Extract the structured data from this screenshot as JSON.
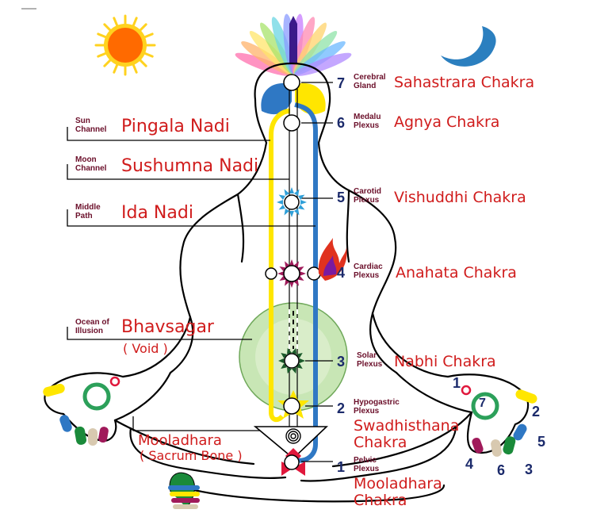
{
  "colors": {
    "chakra_label": "#d01c1c",
    "plexus_label": "#6b0f2a",
    "number": "#1b2a6b",
    "sun": "#ff6a00",
    "moon": "#2b7fbf",
    "pingala_channel": "#ffe600",
    "ida_channel": "#2f78c4",
    "bhavsagar_fill": "#c8e6b5"
  },
  "channels": {
    "pingala": {
      "sub": "Sun\nChannel",
      "name": "Pingala Nadi"
    },
    "sushumna": {
      "sub": "Moon\nChannel",
      "name": "Sushumna Nadi"
    },
    "ida": {
      "sub": "Middle\nPath",
      "name": "Ida Nadi"
    },
    "bhavsagar": {
      "sub": "Ocean of\nIllusion",
      "name": "Bhavsagar",
      "note": "( Void )"
    }
  },
  "mooladhara_left": {
    "name": "Mooladhara",
    "note": "( Sacrum Bone )"
  },
  "chakras": [
    {
      "number": "7",
      "plexus": "Cerebral\nGland",
      "name": "Sahastrara Chakra"
    },
    {
      "number": "6",
      "plexus": "Medalu\nPlexus",
      "name": "Agnya Chakra"
    },
    {
      "number": "5",
      "plexus": "Carotid\nPlexus",
      "name": "Vishuddhi Chakra"
    },
    {
      "number": "4",
      "plexus": "Cardiac\nPlexus",
      "name": "Anahata Chakra"
    },
    {
      "number": "3",
      "plexus": "Solar\nPlexus",
      "name": "Nabhi Chakra"
    },
    {
      "number": "2",
      "plexus": "Hypogastric\nPlexus",
      "name": "Swadhisthana\nChakra"
    },
    {
      "number": "1",
      "plexus": "Pelvic\nPlexus",
      "name": "Mooladhara\nChakra"
    }
  ],
  "right_hand": {
    "palm_number": "7",
    "fingers": [
      "1",
      "2",
      "5",
      "3",
      "6",
      "4"
    ]
  },
  "icons": [
    "sun-icon",
    "moon-icon",
    "flame-icon",
    "spiral-icon",
    "rainbow-crown-icon"
  ]
}
